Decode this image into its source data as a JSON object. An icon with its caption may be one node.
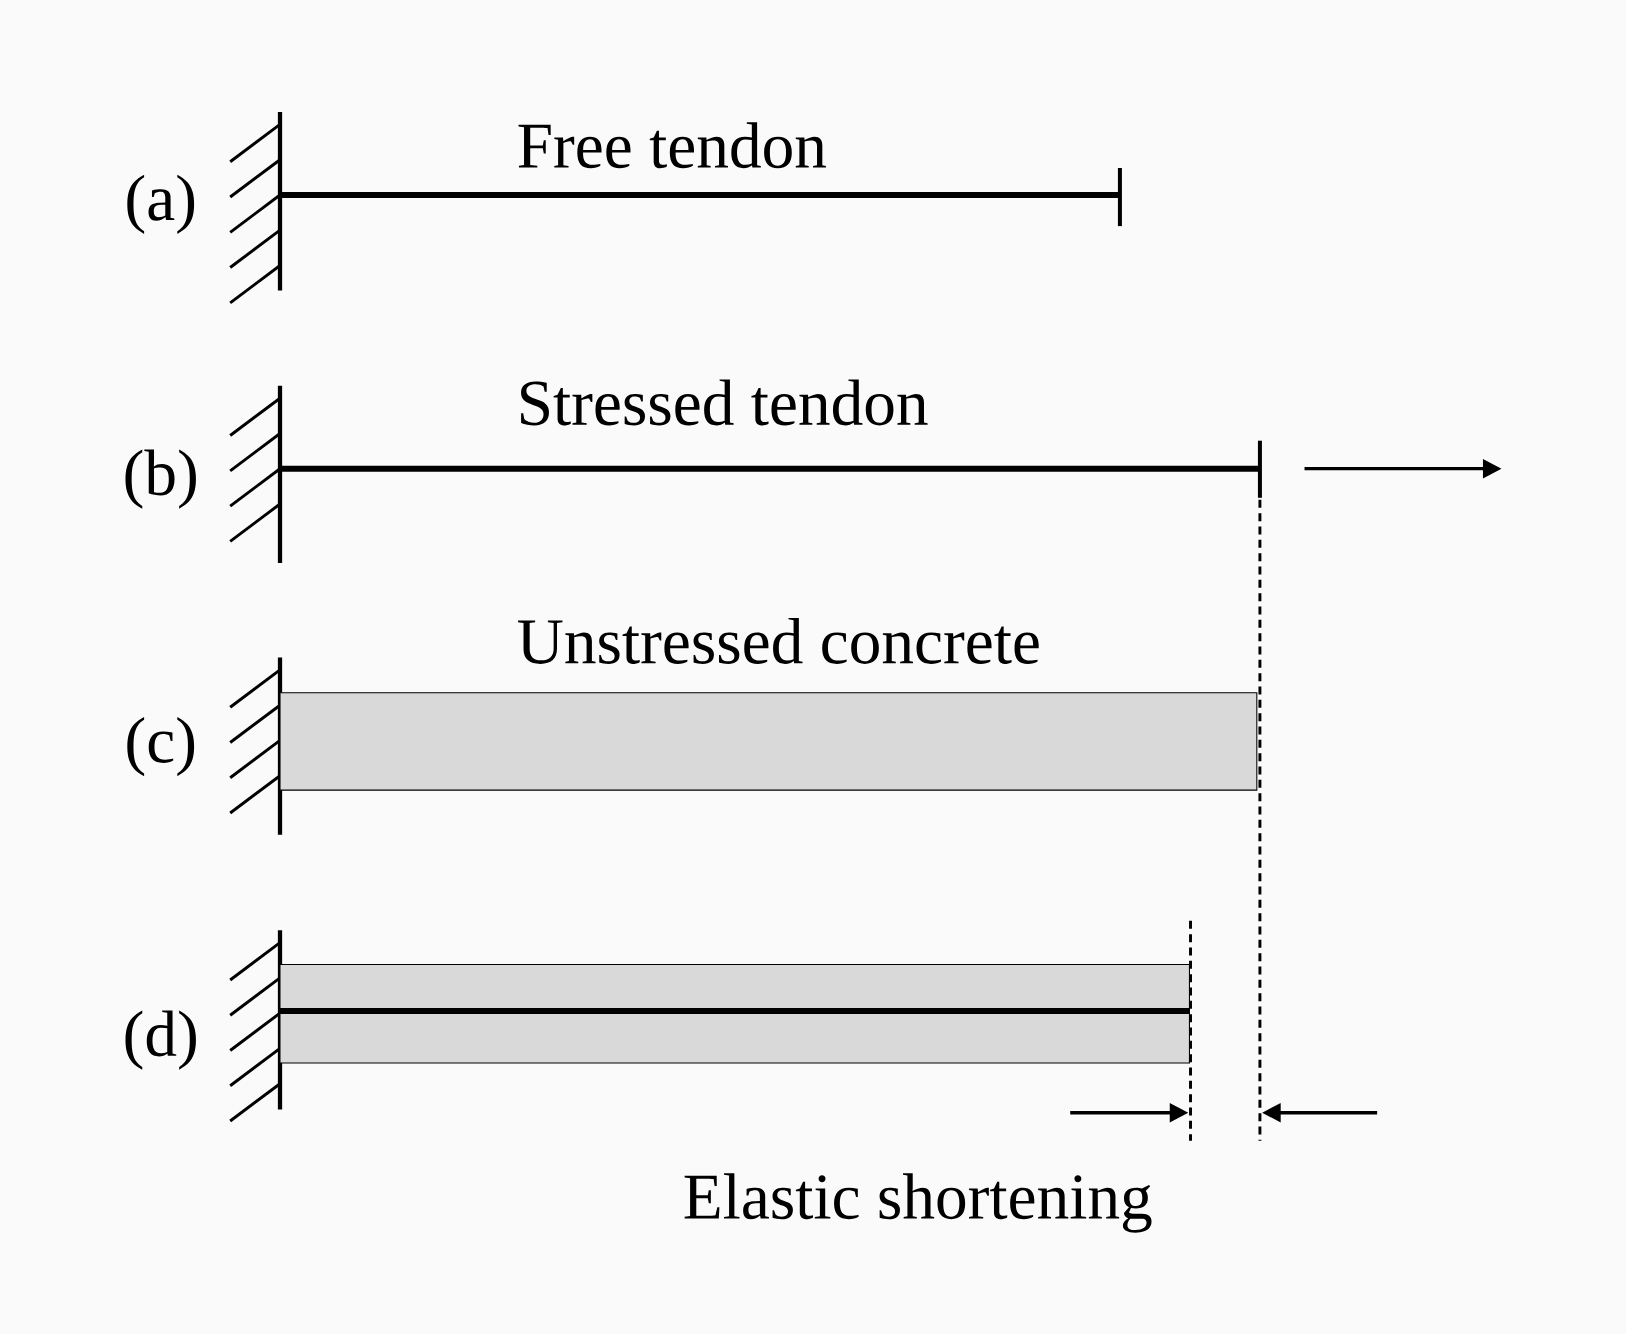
{
  "diagram": {
    "nodes": [
      {
        "text": [],
        "shape": "box"
      },
      {
        "text": [],
        "shape": "box"
      }
    ],
    "labels": [
      "Free tendon",
      "(a)",
      "Stressed tendon",
      "(b)",
      "Unstressed concrete",
      "(c)",
      "(d)",
      "Elastic shortening"
    ]
  }
}
